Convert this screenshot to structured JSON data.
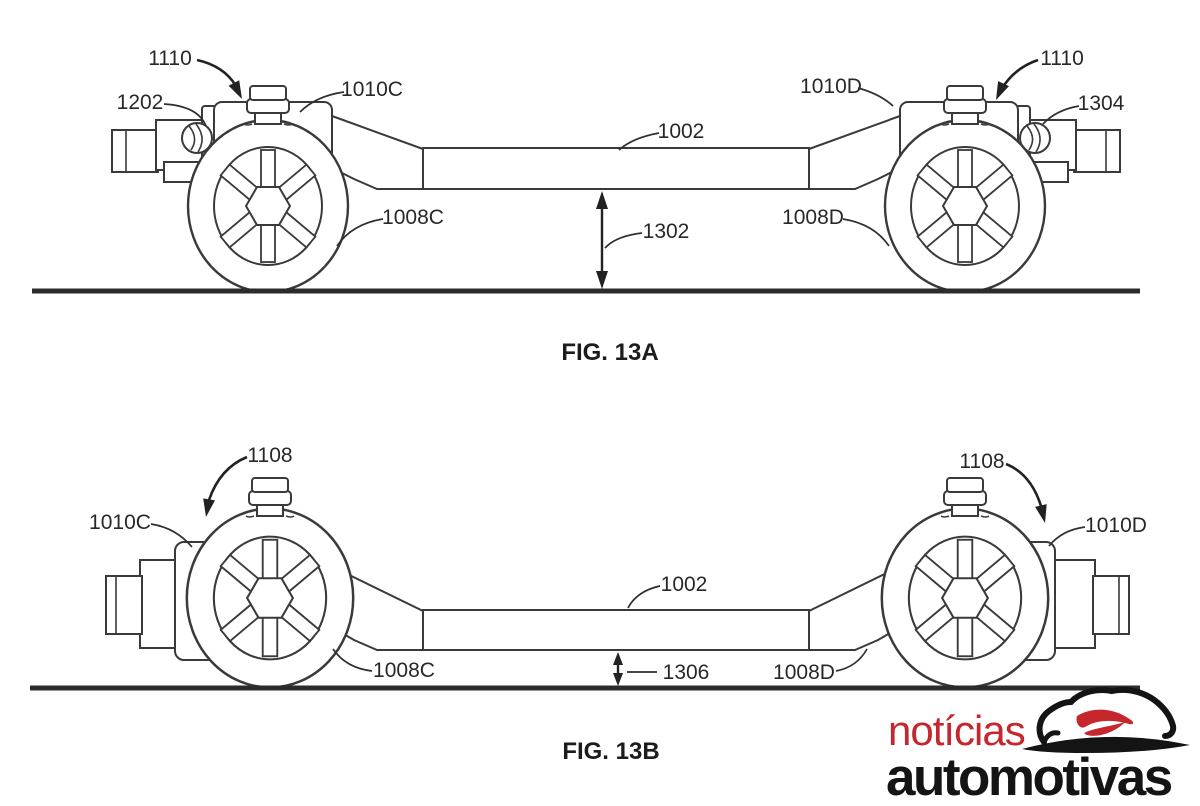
{
  "figure_a": {
    "caption": "FIG. 13A",
    "labels": {
      "l1110_left": "1110",
      "l1202": "1202",
      "l1010c": "1010C",
      "l1002": "1002",
      "l1010d": "1010D",
      "l1110_right": "1110",
      "l1304": "1304",
      "l1008c": "1008C",
      "l1008d": "1008D",
      "l1302": "1302"
    }
  },
  "figure_b": {
    "caption": "FIG. 13B",
    "labels": {
      "l1108_left": "1108",
      "l1010c": "1010C",
      "l1002": "1002",
      "l1010d": "1010D",
      "l1108_right": "1108",
      "l1008c": "1008C",
      "l1008d": "1008D",
      "l1306": "1306"
    }
  },
  "watermark": {
    "line1": "notícias",
    "line2": "automotivas",
    "accent_color": "#c5272d",
    "text_color": "#141414"
  }
}
